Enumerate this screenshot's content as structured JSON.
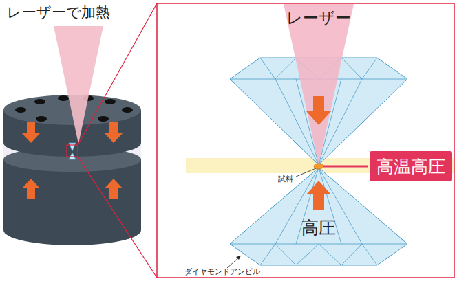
{
  "diagram": {
    "nodes": [
      {
        "text": [
          "高温高圧"
        ]
      }
    ],
    "labels": [
      "レーザーで加熱",
      "レーザー",
      "試料",
      "高圧",
      "ダイヤモンドアンビル"
    ]
  }
}
